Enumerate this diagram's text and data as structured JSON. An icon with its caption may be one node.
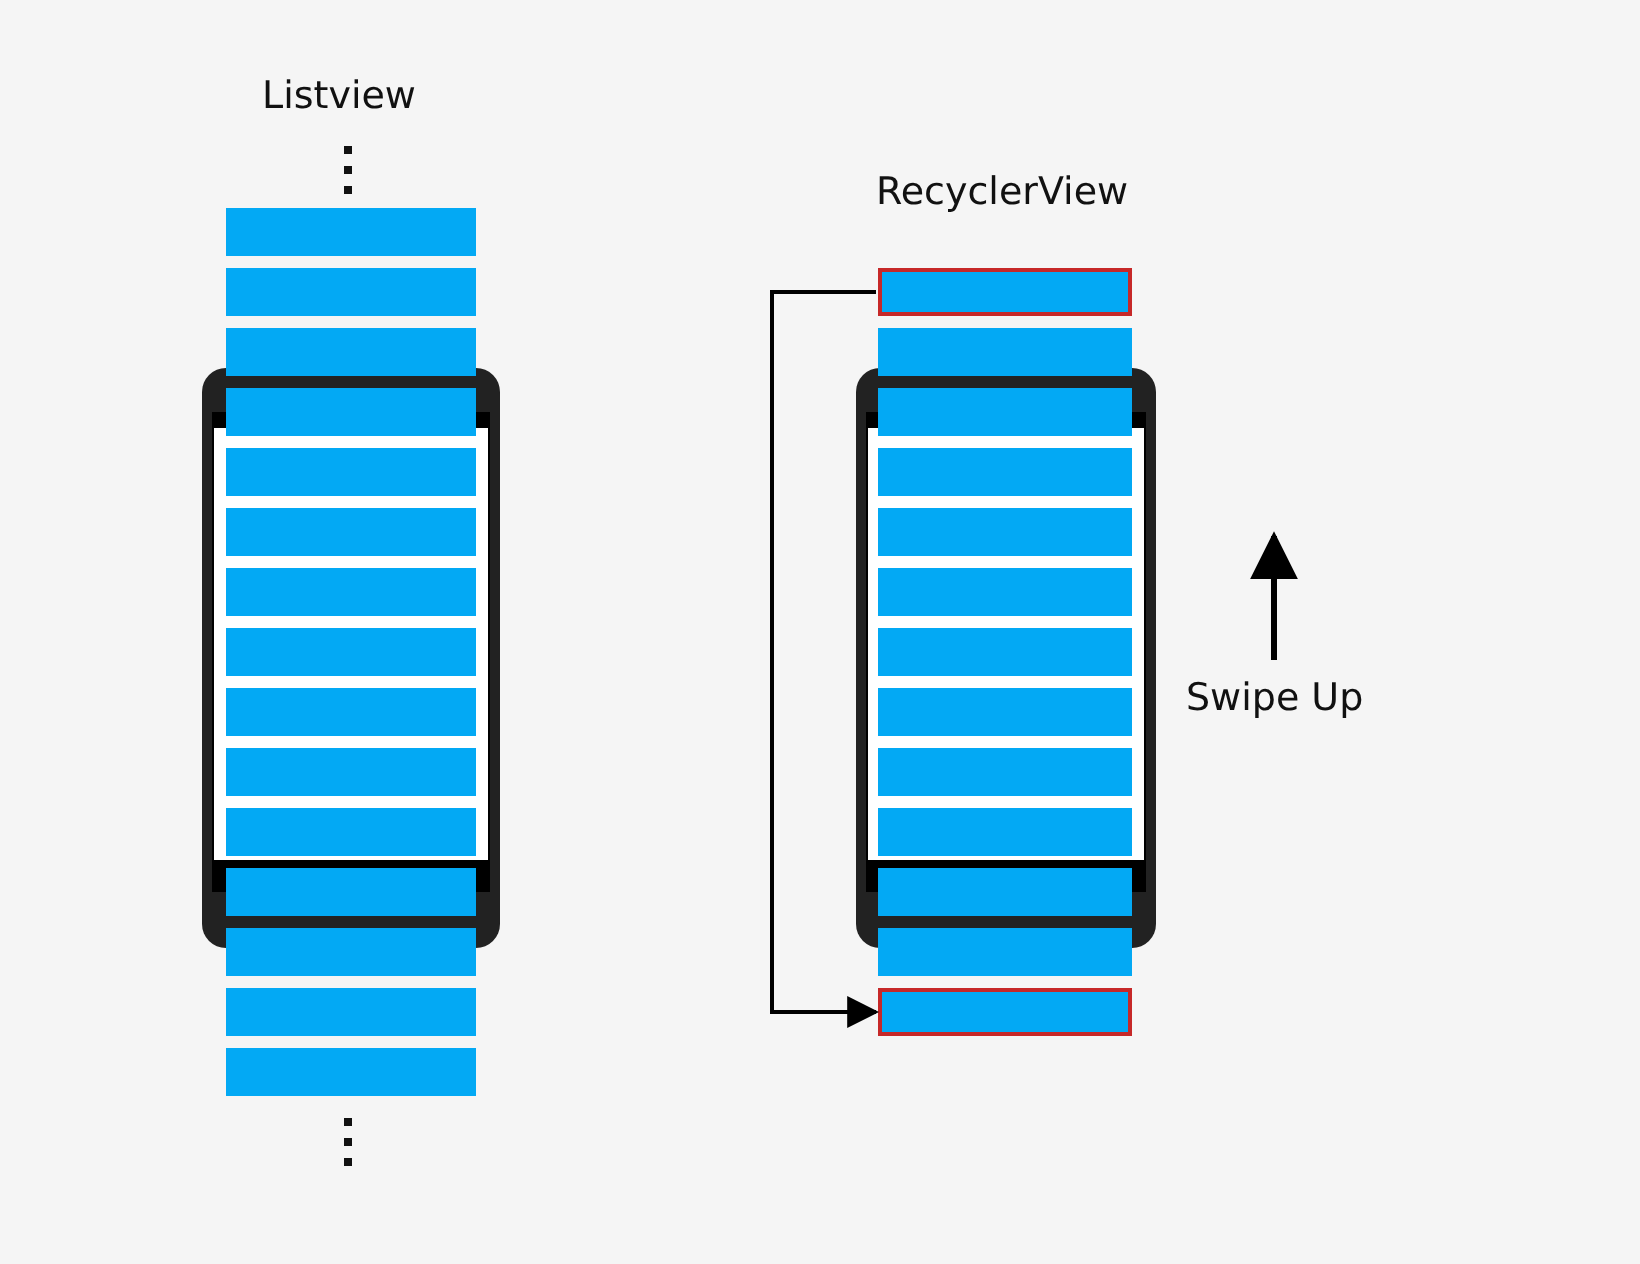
{
  "diagram": {
    "nodes": [
      {
        "text": [],
        "shape": "bar"
      },
      {
        "text": [],
        "shape": "bar"
      },
      {
        "text": [],
        "shape": "bar"
      },
      {
        "text": [],
        "shape": "bar"
      },
      {
        "text": [],
        "shape": "bar"
      },
      {
        "text": [],
        "shape": "bar"
      },
      {
        "text": [],
        "shape": "bar"
      },
      {
        "text": [],
        "shape": "bar"
      },
      {
        "text": [],
        "shape": "bar"
      },
      {
        "text": [],
        "shape": "bar"
      },
      {
        "text": [],
        "shape": "bar"
      },
      {
        "text": [],
        "shape": "bar"
      },
      {
        "text": [],
        "shape": "bar"
      },
      {
        "text": [],
        "shape": "bar"
      },
      {
        "text": [],
        "shape": "bar"
      },
      {
        "text": [],
        "shape": "bar"
      },
      {
        "text": [],
        "shape": "bar"
      },
      {
        "text": [],
        "shape": "bar"
      },
      {
        "text": [],
        "shape": "bar"
      },
      {
        "text": [],
        "shape": "bar"
      },
      {
        "text": [],
        "shape": "bar"
      },
      {
        "text": [],
        "shape": "bar"
      },
      {
        "text": [],
        "shape": "bar"
      },
      {
        "text": [],
        "shape": "bar"
      },
      {
        "text": [],
        "shape": "bar"
      },
      {
        "text": [],
        "shape": "bar"
      },
      {
        "text": [],
        "shape": "bar"
      },
      {
        "text": [],
        "shape": "bar"
      }
    ],
    "edges": [
      {
        "from": 15,
        "to": 27,
        "arrow": "to"
      }
    ],
    "labels": [
      "Listview",
      "RecyclerView",
      "Swipe Up"
    ]
  }
}
